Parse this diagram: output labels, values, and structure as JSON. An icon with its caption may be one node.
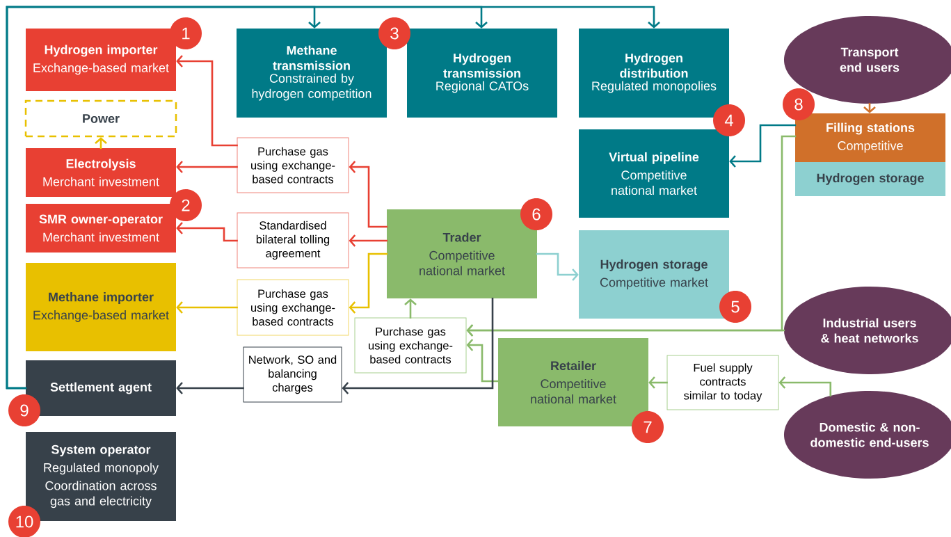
{
  "diagram": {
    "nodes": [
      {
        "text": [
          "Hydrogen importer",
          "Exchange-based market"
        ]
      },
      {
        "text": [
          "Power"
        ]
      },
      {
        "text": [
          "Electrolysis",
          "Merchant investment"
        ]
      },
      {
        "text": [
          "SMR owner-operator",
          "Merchant investment"
        ]
      },
      {
        "text": [
          "Methane importer",
          "Exchange-based market"
        ]
      },
      {
        "text": [
          "Settlement agent"
        ]
      },
      {
        "text": [
          "System operator",
          "Regulated monopoly",
          "Coordination across gas and electricity"
        ]
      },
      {
        "text": [
          "Methane transmission",
          "Constrained by hydrogen competition"
        ]
      },
      {
        "text": [
          "Hydrogen transmission",
          "Regional CATOs"
        ]
      },
      {
        "text": [
          "Hydrogen distribution",
          "Regulated monopolies"
        ]
      },
      {
        "text": [
          "Virtual pipeline",
          "Competitive national market"
        ]
      },
      {
        "text": [
          "Hydrogen storage",
          "Competitive market"
        ]
      },
      {
        "text": [
          "Trader",
          "Competitive national market"
        ]
      },
      {
        "text": [
          "Retailer",
          "Competitive national market"
        ]
      },
      {
        "text": [
          "Filling stations",
          "Competitive"
        ]
      },
      {
        "text": [
          "Hydrogen storage"
        ]
      },
      {
        "text": [
          "Transport end users"
        ]
      },
      {
        "text": [
          "Industrial users & heat networks"
        ]
      },
      {
        "text": [
          "Domestic & non-domestic end-users"
        ]
      },
      {
        "text": [
          "Purchase gas using exchange-based contracts"
        ]
      },
      {
        "text": [
          "Standardised bilateral tolling agreement"
        ]
      },
      {
        "text": [
          "Purchase gas using exchange-based contracts"
        ]
      },
      {
        "text": [
          "Network, SO and balancing charges"
        ]
      },
      {
        "text": [
          "Purchase gas using exchange-based contracts"
        ]
      },
      {
        "text": [
          "Fuel supply contracts similar to today"
        ]
      }
    ],
    "edges": [
      {
        "from": 19,
        "to": 0,
        "arrow": "to",
        "color": "#e84033"
      },
      {
        "from": 19,
        "to": 2,
        "arrow": "to",
        "color": "#e84033"
      },
      {
        "from": 12,
        "to": 19,
        "arrow": "to",
        "color": "#e84033"
      },
      {
        "from": 20,
        "to": 3,
        "arrow": "to",
        "color": "#e84033"
      },
      {
        "from": 12,
        "to": 20,
        "arrow": "to",
        "color": "#e84033"
      },
      {
        "from": 12,
        "to": 21,
        "arrow": "to",
        "color": "#e8c000"
      },
      {
        "from": 21,
        "to": 4,
        "arrow": "to",
        "color": "#e8c000"
      },
      {
        "from": 2,
        "to": 1,
        "arrow": "to",
        "color": "#e8c000"
      },
      {
        "from": 12,
        "to": 11,
        "arrow": "to",
        "color": "#8dd0d0"
      },
      {
        "from": 14,
        "to": 10,
        "arrow": "to",
        "color": "#007a87"
      },
      {
        "from": 16,
        "to": 14,
        "arrow": "to",
        "color": "#d0702a"
      },
      {
        "from": 23,
        "to": 12,
        "arrow": "to",
        "color": "#8aba6b"
      },
      {
        "from": 17,
        "to": 23,
        "arrow": "to",
        "color": "#8aba6b"
      },
      {
        "from": 14,
        "to": 23,
        "arrow": "to",
        "color": "#8aba6b"
      },
      {
        "from": 13,
        "to": 23,
        "arrow": "to",
        "color": "#8aba6b"
      },
      {
        "from": 12,
        "to": 22,
        "arrow": "to",
        "color": "#37414a"
      },
      {
        "from": 22,
        "to": 5,
        "arrow": "to",
        "color": "#37414a"
      },
      {
        "from": 24,
        "to": 13,
        "arrow": "to",
        "color": "#8aba6b"
      },
      {
        "from": 18,
        "to": 24,
        "arrow": "to",
        "color": "#8aba6b"
      },
      {
        "from": 5,
        "to": 7,
        "arrow": "to",
        "color": "#007a87"
      },
      {
        "from": 5,
        "to": 8,
        "arrow": "to",
        "color": "#007a87"
      },
      {
        "from": 5,
        "to": 9,
        "arrow": "to",
        "color": "#007a87"
      }
    ],
    "labels": [
      "1",
      "2",
      "3",
      "4",
      "5",
      "6",
      "7",
      "8",
      "9",
      "10"
    ]
  }
}
